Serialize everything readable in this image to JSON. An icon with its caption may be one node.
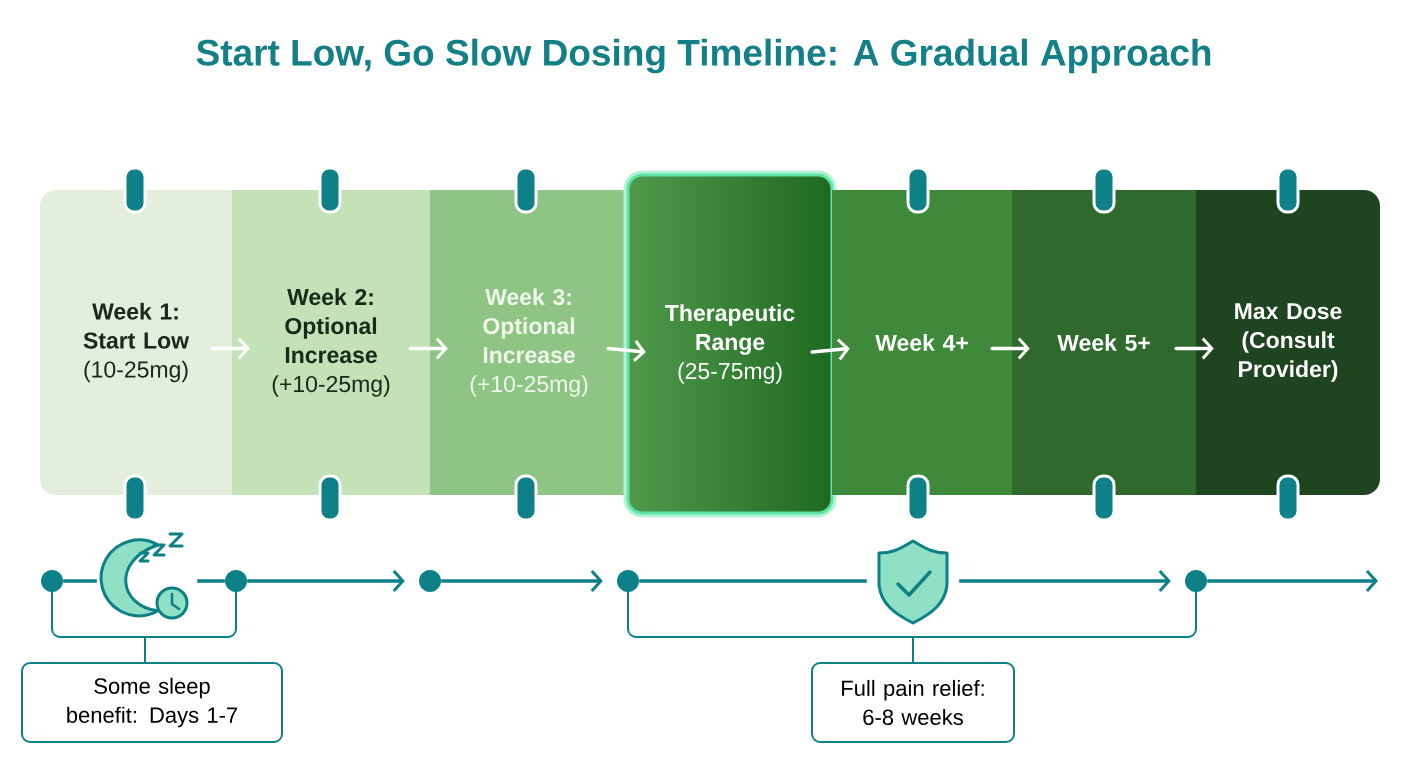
{
  "diagram": {
    "title": "Start Low, Go Slow Dosing Timeline: A Gradual Approach",
    "nodes": [
      {
        "text": [
          "Week 1: Start Low",
          "(10-25mg)"
        ]
      },
      {
        "text": [
          "Week 2: Optional Increase",
          "(+10-25mg)"
        ]
      },
      {
        "text": [
          "Week 3: Optional Increase",
          "(+10-25mg)"
        ]
      },
      {
        "text": [
          "Therapeutic Range",
          "(25-75mg)"
        ]
      },
      {
        "text": [
          "Week 4+"
        ]
      },
      {
        "text": [
          "Week 5+"
        ]
      },
      {
        "text": [
          "Max Dose (Consult Provider)"
        ]
      },
      {
        "text": [],
        "shape": "circle"
      },
      {
        "text": [],
        "shape": "picture"
      },
      {
        "text": [],
        "shape": "circle"
      },
      {
        "text": [],
        "shape": "circle"
      },
      {
        "text": [],
        "shape": "circle"
      },
      {
        "text": [],
        "shape": "picture"
      },
      {
        "text": [],
        "shape": "circle"
      },
      {
        "text": [
          "Some sleep benefit: Days 1-7"
        ]
      },
      {
        "text": [
          "Full pain relief: 6-8 weeks"
        ]
      }
    ],
    "edges": [
      {
        "from": 0,
        "to": 1,
        "arrow": "to",
        "color": "#ffffff"
      },
      {
        "from": 1,
        "to": 2,
        "arrow": "to",
        "color": "#ffffff"
      },
      {
        "from": 2,
        "to": 3,
        "arrow": "to",
        "color": "#ffffff"
      },
      {
        "from": 3,
        "to": 4,
        "arrow": "to",
        "color": "#ffffff"
      },
      {
        "from": 4,
        "to": 5,
        "arrow": "to",
        "color": "#ffffff"
      },
      {
        "from": 5,
        "to": 6,
        "arrow": "to",
        "color": "#ffffff"
      },
      {
        "from": 7,
        "to": 8,
        "arrow": "none"
      },
      {
        "from": 8,
        "to": 9,
        "arrow": "none"
      },
      {
        "from": 9,
        "to": 10,
        "arrow": "to"
      },
      {
        "from": 10,
        "to": 11,
        "arrow": "to"
      },
      {
        "from": 11,
        "to": 12,
        "arrow": "none"
      },
      {
        "from": 12,
        "to": 13,
        "arrow": "to"
      },
      {
        "from": 13,
        "to": null,
        "arrow": "to"
      }
    ]
  }
}
